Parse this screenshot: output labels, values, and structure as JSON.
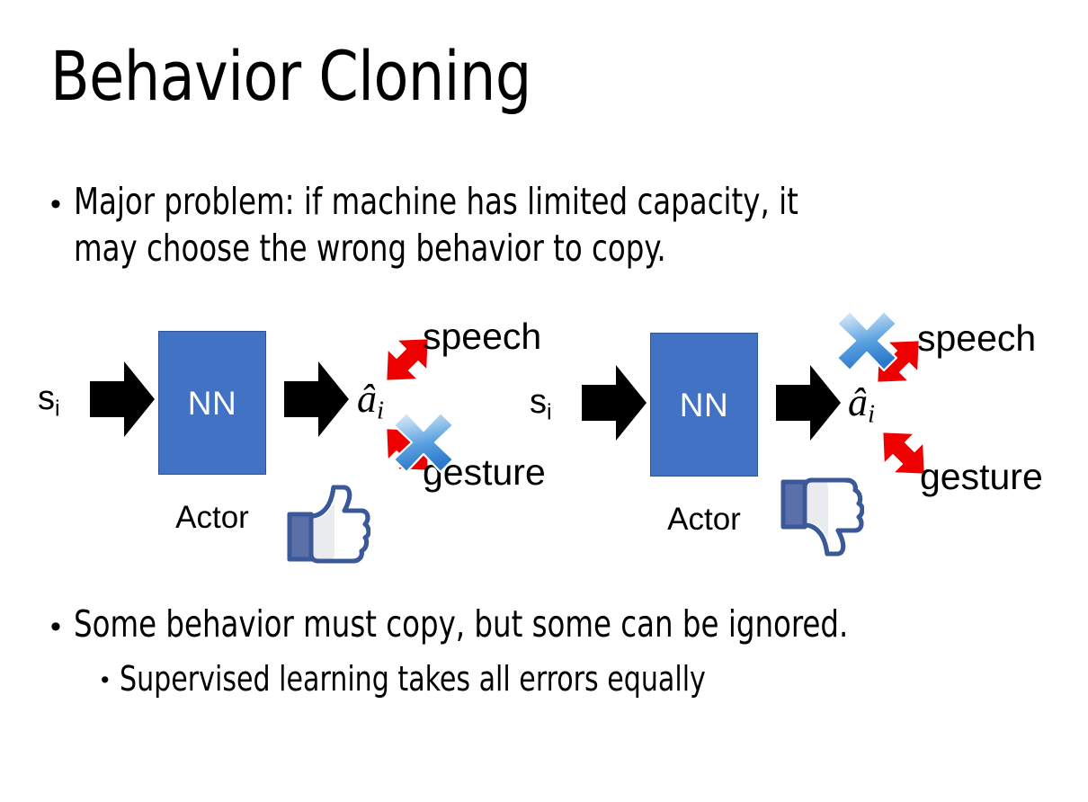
{
  "slide": {
    "title": "Behavior Cloning",
    "background_color": "#ffffff",
    "bullets": [
      {
        "id": "top",
        "level": 1,
        "marker": "•",
        "text": "Major problem: if machine has limited capacity, it\nmay choose the wrong behavior to copy."
      },
      {
        "id": "bottom-1",
        "level": 1,
        "marker": "•",
        "text": "Some behavior must copy, but some can be ignored."
      },
      {
        "id": "bottom-2",
        "level": 2,
        "marker": "•",
        "text": "Supervised learning takes all errors equally"
      }
    ]
  },
  "colors": {
    "nn_box_fill": "#4272C4",
    "nn_box_stroke": "#2f5597",
    "nn_label": "#ffffff",
    "arrow_black": "#000000",
    "arrow_red": "#ee0000",
    "x_mark_light": "#cfe2f7",
    "x_mark_mid": "#7fb1e8",
    "x_mark_dark": "#2a7ad0",
    "thumb_outline": "#3b5998",
    "thumb_fill": "#ffffff",
    "thumb_cuff": "#5b6fa8",
    "text": "#000000"
  },
  "diagrams": [
    {
      "id": "left",
      "state_label": "s",
      "state_subscript": "i",
      "box_label": "NN",
      "box_caption": "Actor",
      "output_label": "â",
      "output_subscript": "i",
      "branches": [
        {
          "name": "speech",
          "label": "speech",
          "crossed_out": false
        },
        {
          "name": "gesture",
          "label": "gesture",
          "crossed_out": true
        }
      ],
      "verdict_icon": "thumbs-up-icon",
      "verdict": "approved"
    },
    {
      "id": "right",
      "state_label": "s",
      "state_subscript": "i",
      "box_label": "NN",
      "box_caption": "Actor",
      "output_label": "â",
      "output_subscript": "i",
      "branches": [
        {
          "name": "speech",
          "label": "speech",
          "crossed_out": true
        },
        {
          "name": "gesture",
          "label": "gesture",
          "crossed_out": false
        }
      ],
      "verdict_icon": "thumbs-down-icon",
      "verdict": "rejected"
    }
  ]
}
